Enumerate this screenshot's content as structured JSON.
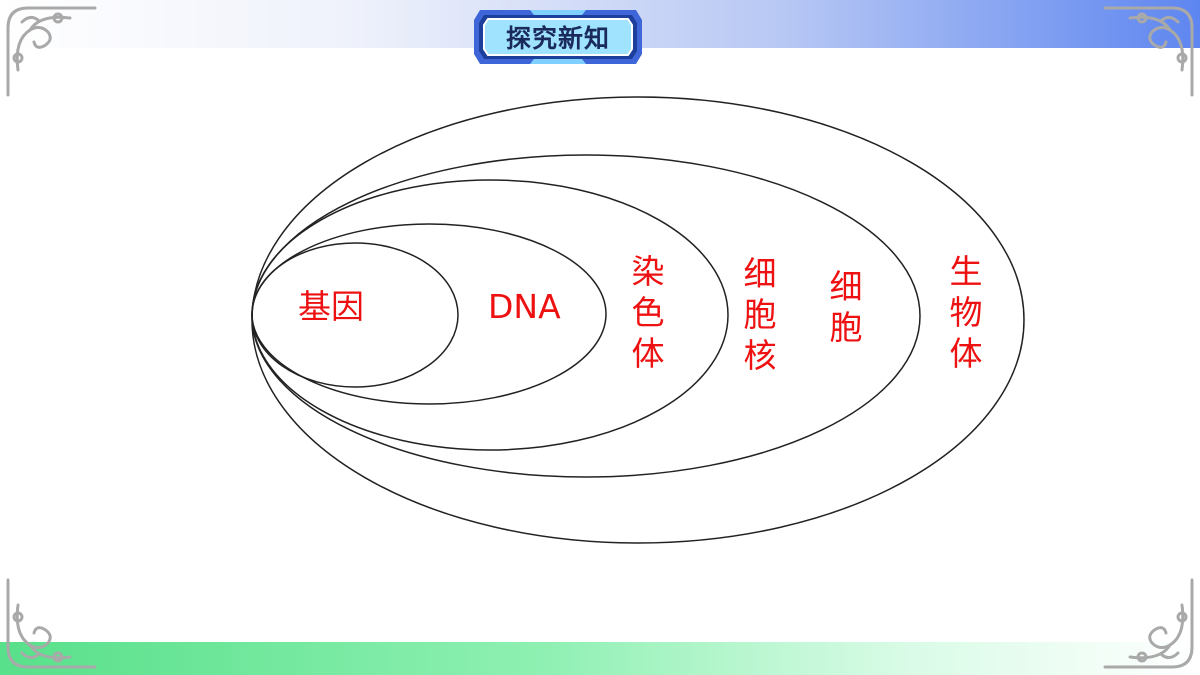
{
  "header": {
    "title": "探究新知"
  },
  "diagram": {
    "levels": [
      {
        "text": "基因"
      },
      {
        "text": "DNA"
      },
      {
        "text": "染色体"
      },
      {
        "text": "细胞核"
      },
      {
        "text": "细胞"
      },
      {
        "text": "生物体"
      }
    ],
    "stroke_color": "#222222",
    "label_color": "#ee1111"
  },
  "theme": {
    "top_band_color": "#5e86f0",
    "bottom_band_color": "#58e08a",
    "ornament_color": "#a9a9a9"
  }
}
